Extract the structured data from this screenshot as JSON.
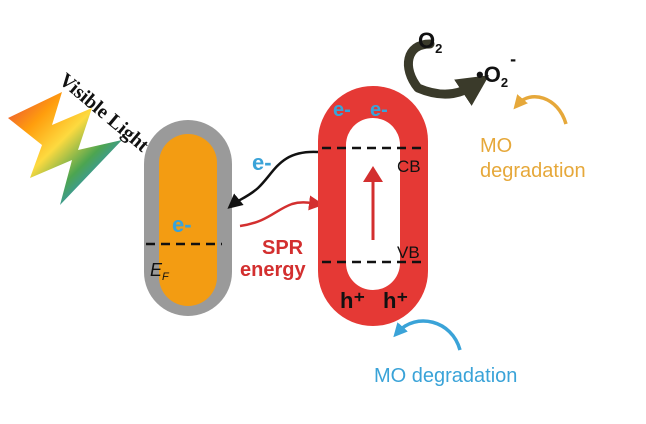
{
  "light": {
    "label": "Visible Light"
  },
  "metal": {
    "electron": "e-",
    "fermi_main": "E",
    "fermi_sub": "F",
    "fill": "#f39c12",
    "shell": "#9a9a9a"
  },
  "transfer": {
    "electron": "e-",
    "spr_line1": "SPR",
    "spr_line2": "energy"
  },
  "semiconductor": {
    "fill": "#e53935",
    "cb": "CB",
    "vb": "VB",
    "cb_electrons": [
      "e-",
      "e-"
    ],
    "holes": [
      "h⁺",
      "h⁺"
    ]
  },
  "oxygen": {
    "reactant_main": "O",
    "reactant_sub": "2",
    "product_dot": "•",
    "product_main": "O",
    "product_sub": "2",
    "product_sup": "-"
  },
  "degradation_top": {
    "line1": "MO",
    "line2": "degradation",
    "color": "#e6a83a"
  },
  "degradation_bottom": {
    "label": "MO degradation",
    "color": "#3aa3d8"
  },
  "colors": {
    "electron_blue": "#3aa3d8",
    "spr_red": "#d32f2f",
    "arrow_dark": "#3a3a2a"
  }
}
